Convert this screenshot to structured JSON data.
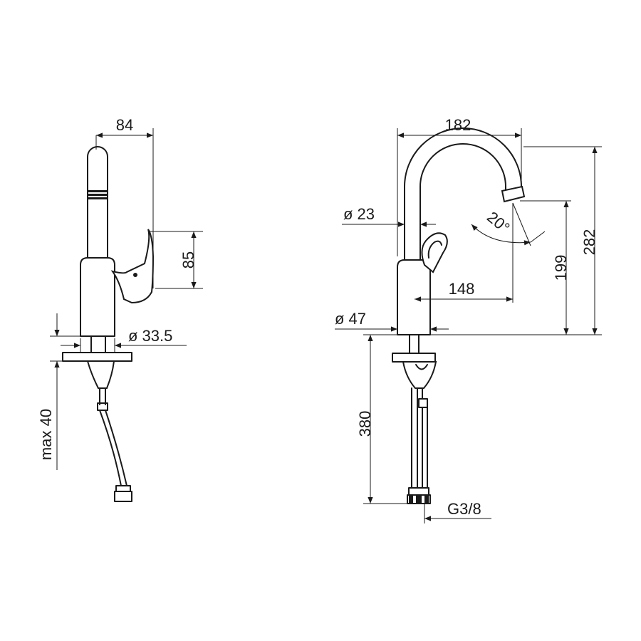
{
  "diagram": {
    "side_view": {
      "dim_width": "84",
      "dim_handle_height": "85",
      "dim_base_diameter": "ø 33.5",
      "dim_max_thickness": "max 40"
    },
    "front_view": {
      "dim_spout_reach_top": "182",
      "dim_spout_diameter": "ø 23",
      "dim_angle": "20°",
      "dim_spout_reach": "148",
      "dim_outlet_height": "199",
      "dim_total_height": "282",
      "dim_body_diameter": "ø 47",
      "dim_hose_length": "380",
      "dim_thread": "G3/8"
    }
  }
}
